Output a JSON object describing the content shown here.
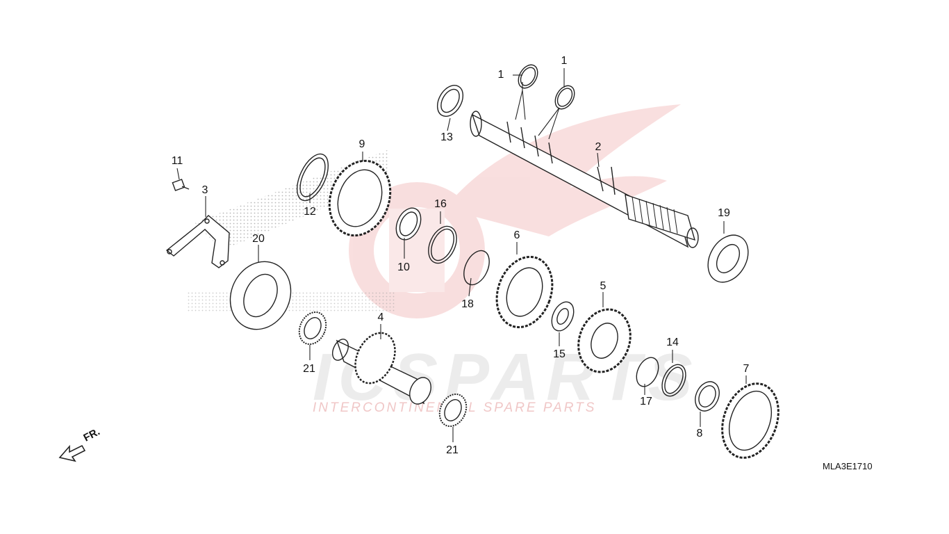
{
  "drawing_code": "MLA3E1710",
  "direction_label": "FR.",
  "watermark": {
    "brand": "ICSPARTS",
    "tagline": "INTERCONTINENTAL SPARE PARTS"
  },
  "callouts": [
    {
      "id": "c1a",
      "label": "1"
    },
    {
      "id": "c1b",
      "label": "1"
    },
    {
      "id": "c2",
      "label": "2"
    },
    {
      "id": "c3",
      "label": "3"
    },
    {
      "id": "c4",
      "label": "4"
    },
    {
      "id": "c5",
      "label": "5"
    },
    {
      "id": "c6",
      "label": "6"
    },
    {
      "id": "c7",
      "label": "7"
    },
    {
      "id": "c8",
      "label": "8"
    },
    {
      "id": "c9",
      "label": "9"
    },
    {
      "id": "c10",
      "label": "10"
    },
    {
      "id": "c11",
      "label": "11"
    },
    {
      "id": "c12",
      "label": "12"
    },
    {
      "id": "c13",
      "label": "13"
    },
    {
      "id": "c14",
      "label": "14"
    },
    {
      "id": "c15",
      "label": "15"
    },
    {
      "id": "c16",
      "label": "16"
    },
    {
      "id": "c17",
      "label": "17"
    },
    {
      "id": "c18",
      "label": "18"
    },
    {
      "id": "c19",
      "label": "19"
    },
    {
      "id": "c20",
      "label": "20"
    },
    {
      "id": "c21a",
      "label": "21"
    },
    {
      "id": "c21b",
      "label": "21"
    }
  ],
  "colors": {
    "line": "#222222",
    "watermark_red": "#f2c9c9",
    "watermark_gray": "#ececec"
  }
}
